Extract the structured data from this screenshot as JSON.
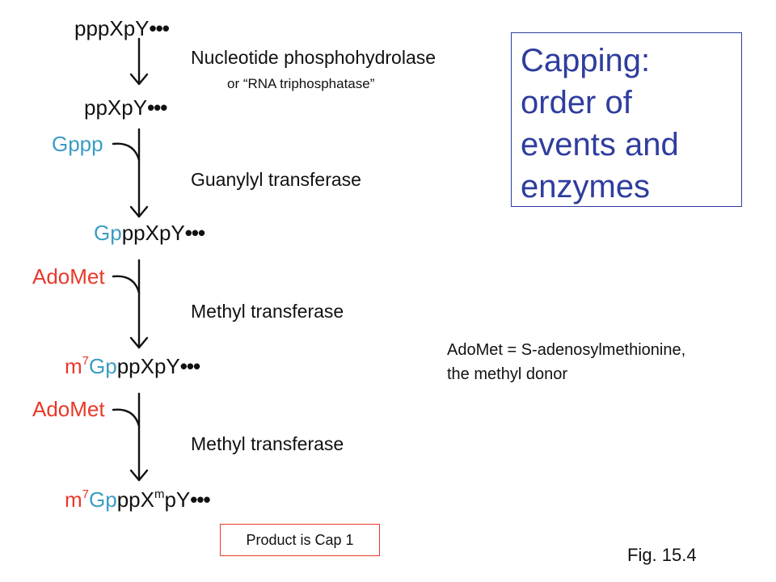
{
  "title": {
    "lines": [
      "Capping:",
      "order of",
      "events and",
      "enzymes"
    ]
  },
  "molecules": {
    "m1": "pppXpY",
    "m2": "ppXpY",
    "m3_blue": "Gp",
    "m3_black": "ppXpY",
    "m4_mod": "m",
    "m4_sup": "7",
    "m4_blue": "Gp",
    "m4_black": "ppXpY",
    "m5_mod": "m",
    "m5_sup": "7",
    "m5_blue": "Gp",
    "m5_black": "ppX",
    "m5_xsup": "m",
    "m5_tail": "pY",
    "dots": "•••"
  },
  "inputs": {
    "gppp": "Gppp",
    "adomet1": "AdoMet",
    "adomet2": "AdoMet"
  },
  "enzymes": {
    "e1": "Nucleotide phosphohydrolase",
    "e1_alt": "or “RNA triphosphatase”",
    "e2": "Guanylyl transferase",
    "e3": "Methyl transferase",
    "e4": "Methyl transferase"
  },
  "note": {
    "line1": "AdoMet = S-adenosylmethionine,",
    "line2": "the methyl donor"
  },
  "product": "Product is Cap 1",
  "figure": "Fig. 15.4",
  "colors": {
    "title": "#2f3d9e",
    "blue": "#3b9cc4",
    "red": "#e8382a",
    "arrow": "#111111"
  }
}
